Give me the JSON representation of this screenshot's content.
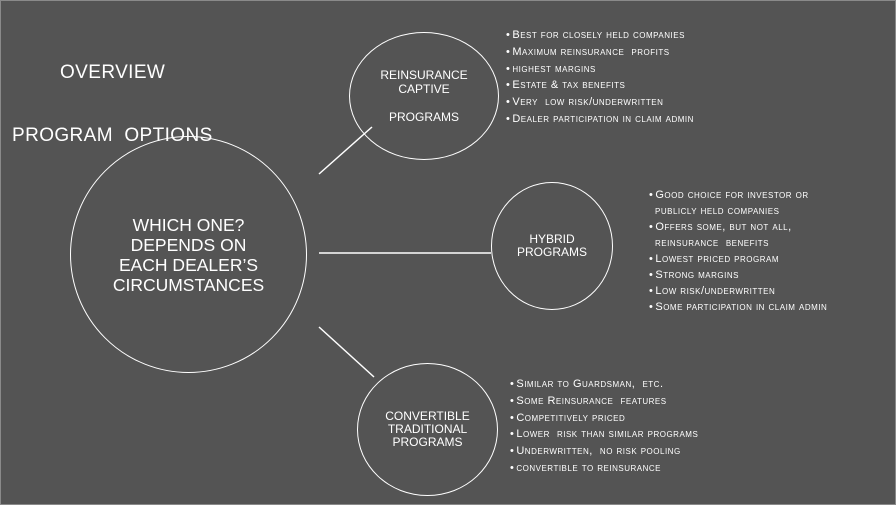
{
  "title": {
    "line1": "OVERVIEW",
    "line2": "PROGRAM  OPTIONS"
  },
  "center": {
    "label": "WHICH ONE?\nDEPENDS ON\nEACH DEALER’S\nCIRCUMSTANCES"
  },
  "nodes": {
    "reinsurance": {
      "label": "REINSURANCE\nCAPTIVE\n\nPROGRAMS",
      "bullets": [
        "Best for closely held companies",
        "Maximum reinsurance  profits",
        "highest margins",
        "Estate & tax benefits",
        "Very  low risk/underwritten",
        "Dealer participation in claim admin"
      ]
    },
    "hybrid": {
      "label": "HYBRID\nPROGRAMS",
      "bullets": [
        "Good choice for investor or",
        "publicly held companies",
        "Offers some, but not all,",
        "reinsurance  benefits",
        "Lowest priced program",
        "Strong margins",
        "Low risk/underwritten",
        "Some participation in claim admin"
      ]
    },
    "convertible": {
      "label": "CONVERTIBLE\nTRADITIONAL\nPROGRAMS",
      "bullets": [
        "Similar to Guardsman,  etc.",
        "Some Reinsurance  features",
        "Competitively priced",
        "Lower  risk than similar programs",
        "Underwritten,  no risk pooling",
        "convertible to reinsurance"
      ]
    }
  }
}
